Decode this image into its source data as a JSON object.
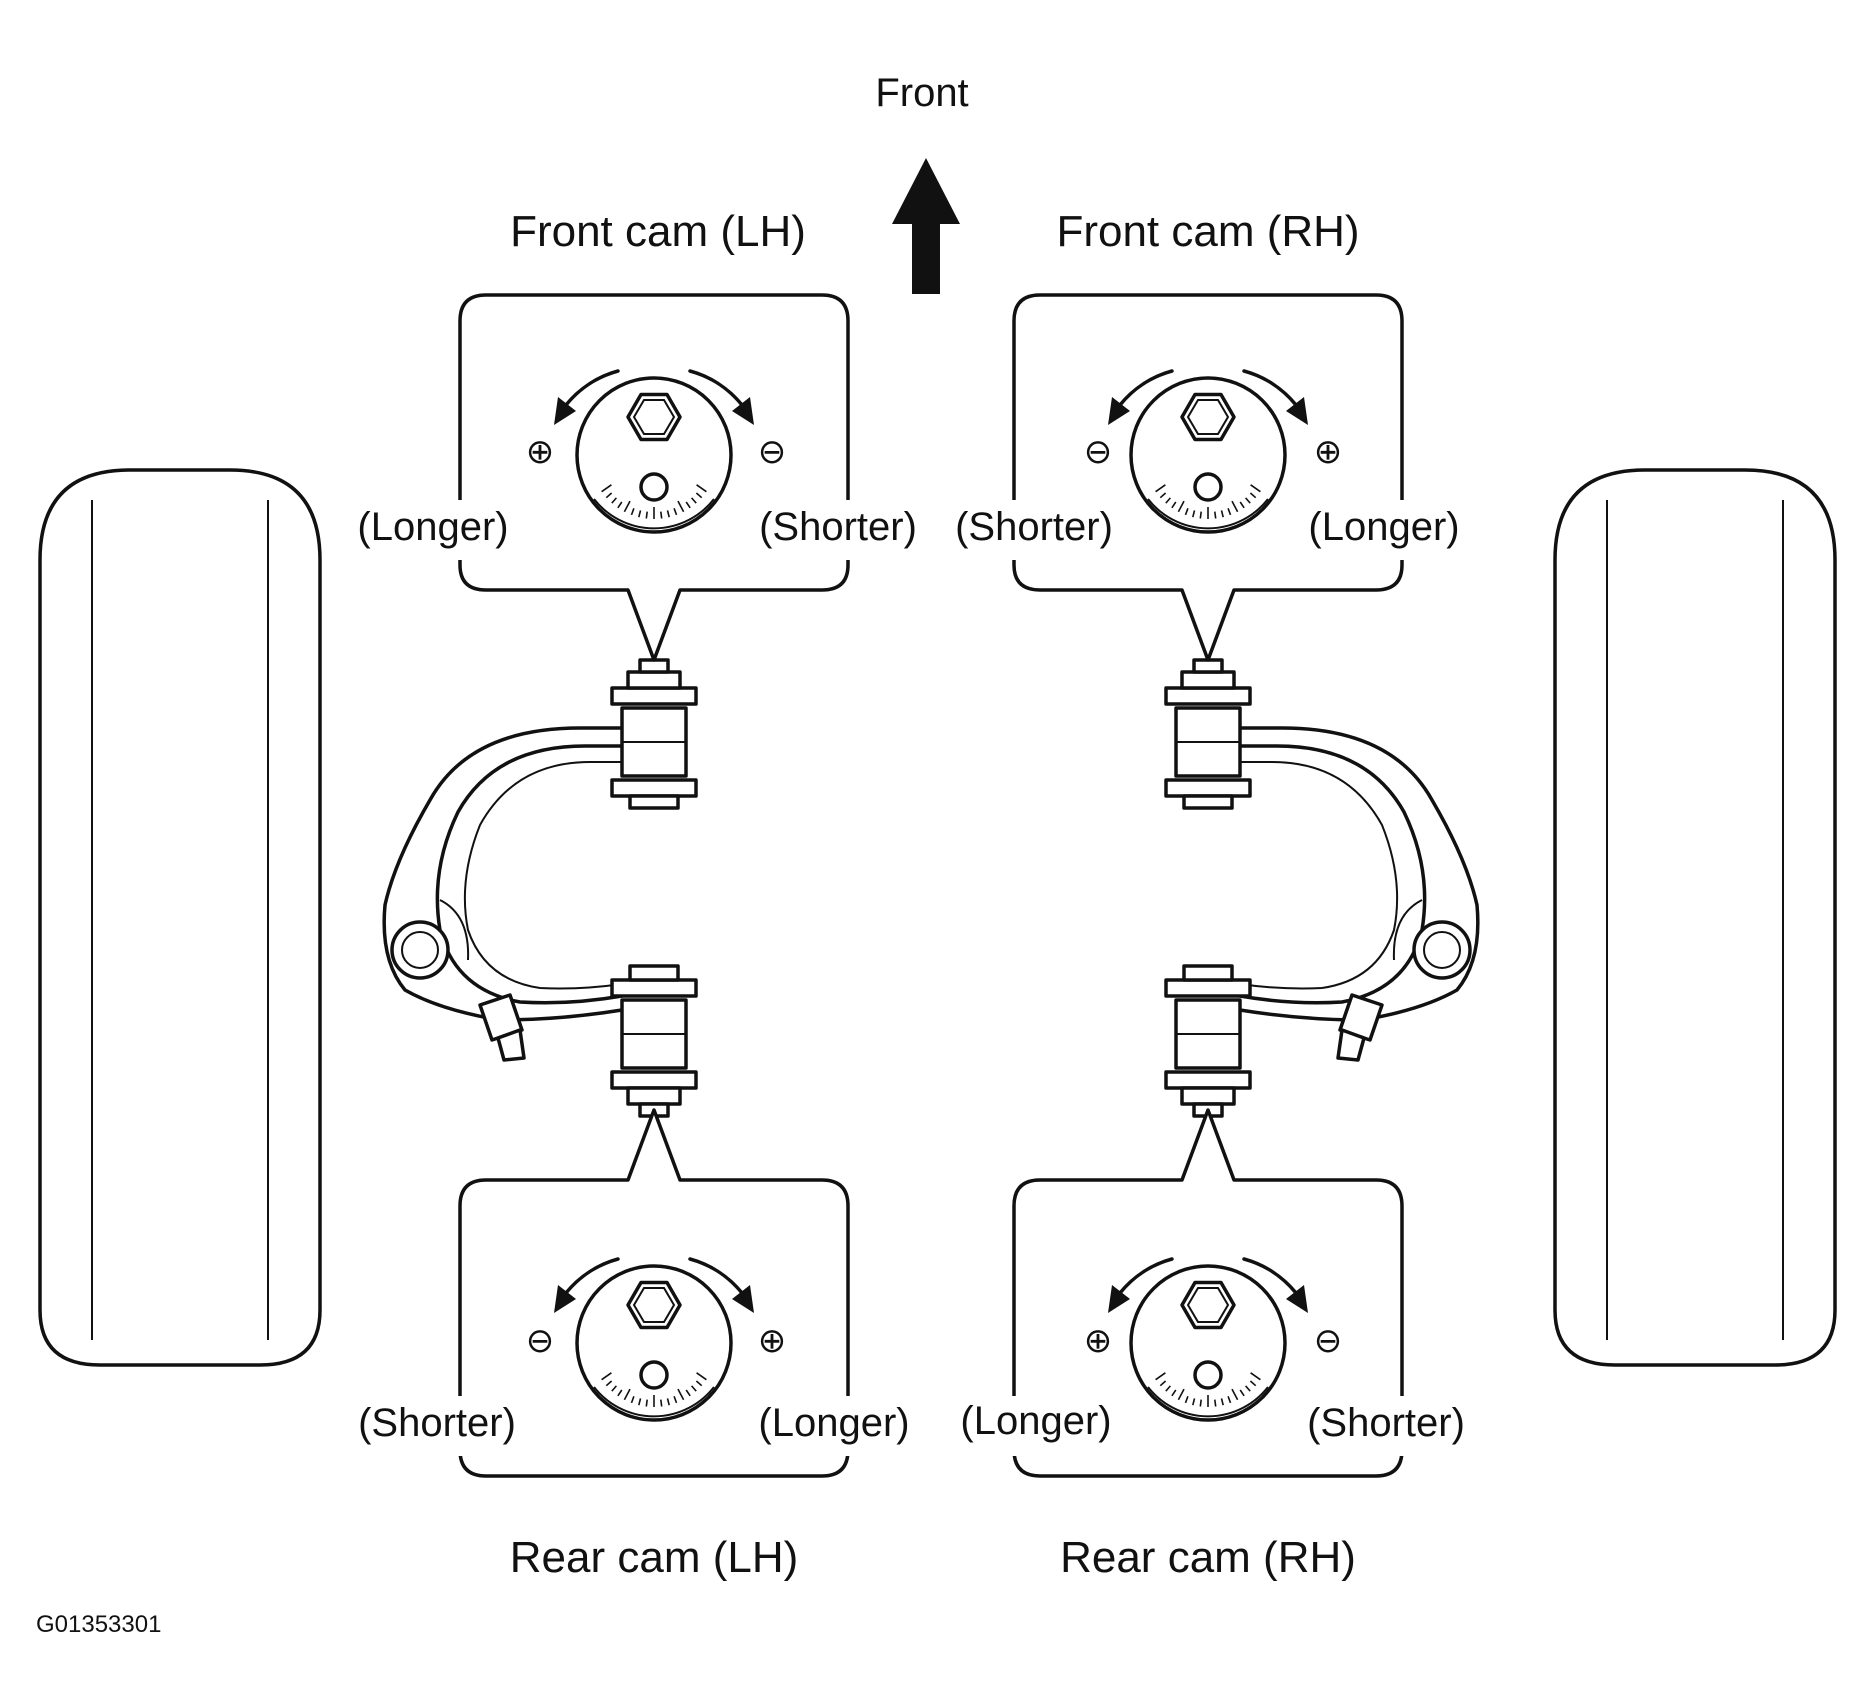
{
  "direction_label": "Front",
  "figure_code": "G01353301",
  "cams": {
    "front_lh": {
      "title": "Front cam (LH)",
      "left_text": "(Longer)",
      "right_text": "(Shorter)",
      "left_sign": "⊕",
      "right_sign": "⊖"
    },
    "front_rh": {
      "title": "Front cam (RH)",
      "left_text": "(Shorter)",
      "right_text": "(Longer)",
      "left_sign": "⊖",
      "right_sign": "⊕"
    },
    "rear_lh": {
      "title": "Rear cam (LH)",
      "left_text": "(Shorter)",
      "right_text": "(Longer)",
      "left_sign": "⊖",
      "right_sign": "⊕"
    },
    "rear_rh": {
      "title": "Rear cam (RH)",
      "left_text": "(Longer)",
      "right_text": "(Shorter)",
      "left_sign": "⊕",
      "right_sign": "⊖"
    }
  },
  "colors": {
    "line": "#111111",
    "background": "#ffffff"
  }
}
